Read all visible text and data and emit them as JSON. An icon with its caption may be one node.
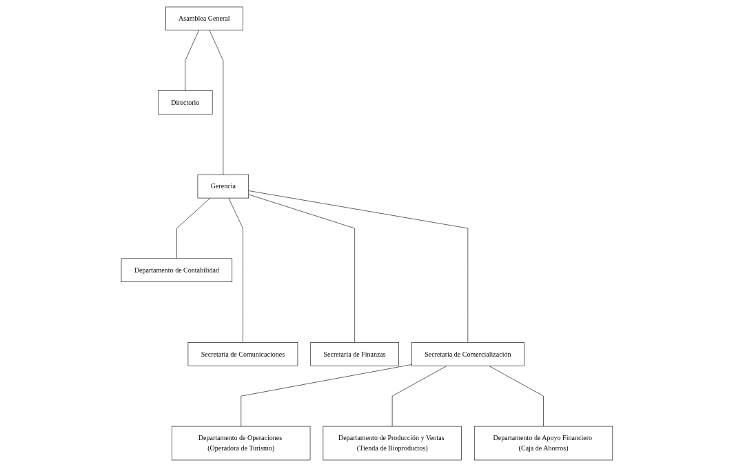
{
  "diagram": {
    "nodes": [
      {
        "text": [
          "Asamblea General"
        ]
      },
      {
        "text": [
          "Directorio"
        ]
      },
      {
        "text": [
          "Gerencia"
        ]
      },
      {
        "text": [
          "Departamento de Contabilidad"
        ]
      },
      {
        "text": [
          "Secretaría de Comunicaciones"
        ]
      },
      {
        "text": [
          "Secretaría de Finanzas"
        ]
      },
      {
        "text": [
          "Secretaría de Comercialización"
        ]
      },
      {
        "text": [
          "Departamento de Operaciones (Operadora de Turismo)"
        ]
      },
      {
        "text": [
          "Departamento de Producción y Ventas (Tienda de Bioproductos)"
        ]
      },
      {
        "text": [
          "Departamento de Apoyo Financiero (Caja de Ahorros)"
        ]
      }
    ],
    "edges": [
      {
        "from": 0,
        "to": 1,
        "arrow": "none"
      },
      {
        "from": 0,
        "to": 2,
        "arrow": "none"
      },
      {
        "from": 2,
        "to": 3,
        "arrow": "none"
      },
      {
        "from": 2,
        "to": 4,
        "arrow": "none"
      },
      {
        "from": 2,
        "to": 5,
        "arrow": "none"
      },
      {
        "from": 2,
        "to": 6,
        "arrow": "none"
      },
      {
        "from": 6,
        "to": 7,
        "arrow": "none"
      },
      {
        "from": 6,
        "to": 8,
        "arrow": "none"
      },
      {
        "from": 6,
        "to": 9,
        "arrow": "none"
      }
    ]
  }
}
